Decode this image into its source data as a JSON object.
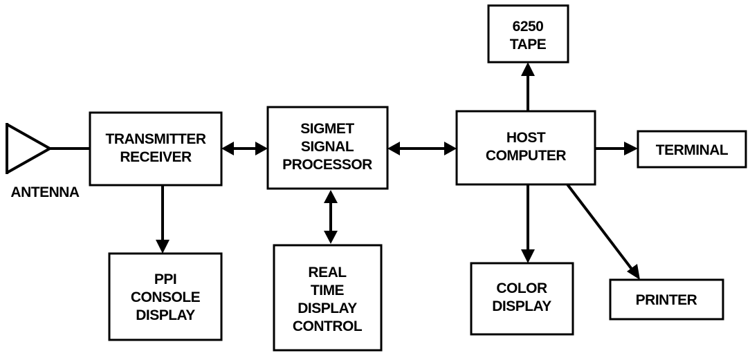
{
  "blocks": {
    "antenna": [
      "ANTENNA"
    ],
    "transmitter_receiver": [
      "TRANSMITTER",
      "RECEIVER"
    ],
    "signal_processor": [
      "SIGMET",
      "SIGNAL",
      "PROCESSOR"
    ],
    "host_computer": [
      "HOST",
      "COMPUTER"
    ],
    "tape": [
      "6250",
      "TAPE"
    ],
    "terminal": [
      "TERMINAL"
    ],
    "ppi_console": [
      "PPI",
      "CONSOLE",
      "DISPLAY"
    ],
    "rt_display_control": [
      "REAL",
      "TIME",
      "DISPLAY",
      "CONTROL"
    ],
    "color_display": [
      "COLOR",
      "DISPLAY"
    ],
    "printer": [
      "PRINTER"
    ]
  }
}
